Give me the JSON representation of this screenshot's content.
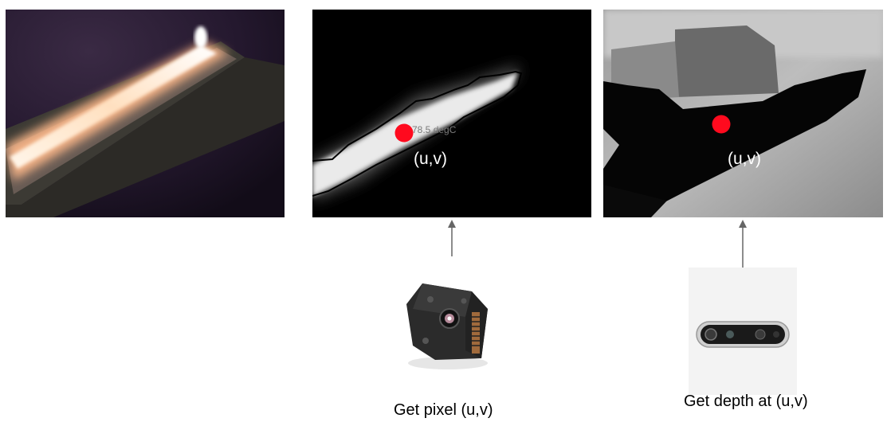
{
  "thermal_panel": {
    "temperature_reading": "78.5 degC",
    "uv_label": "(u,v)"
  },
  "depth_panel": {
    "uv_label": "(u,v)"
  },
  "captions": {
    "thermal_camera": "Get pixel (u,v)",
    "depth_camera": "Get depth at (u,v)"
  },
  "colors": {
    "marker": "#ff0a1e",
    "arrow": "#666666"
  }
}
